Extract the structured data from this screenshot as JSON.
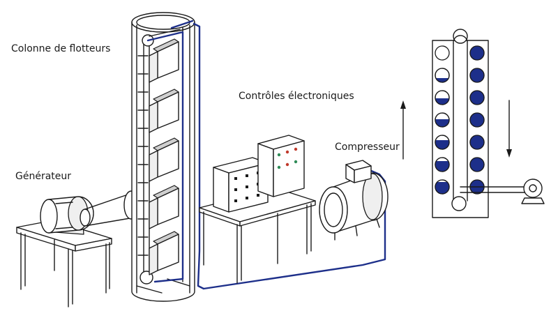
{
  "labels": {
    "column": "Colonne de flotteurs",
    "controls": "Contrôles électroniques",
    "compressor": "Compresseur",
    "generator": "Générateur"
  },
  "colors": {
    "ink": "#1a1a1a",
    "pipe": "#1d2f8a",
    "float_fill": "#1d2f8a",
    "light_red": "#c0392b",
    "light_green": "#2e8b57"
  },
  "schematic": {
    "left_floats_fill_fraction": [
      0,
      0.3,
      0.45,
      0.55,
      0.65,
      0.75,
      0.85
    ],
    "right_floats_fill_fraction": [
      1,
      1,
      1,
      1,
      1,
      1,
      1
    ],
    "arrow_left": "up",
    "arrow_right": "down"
  }
}
